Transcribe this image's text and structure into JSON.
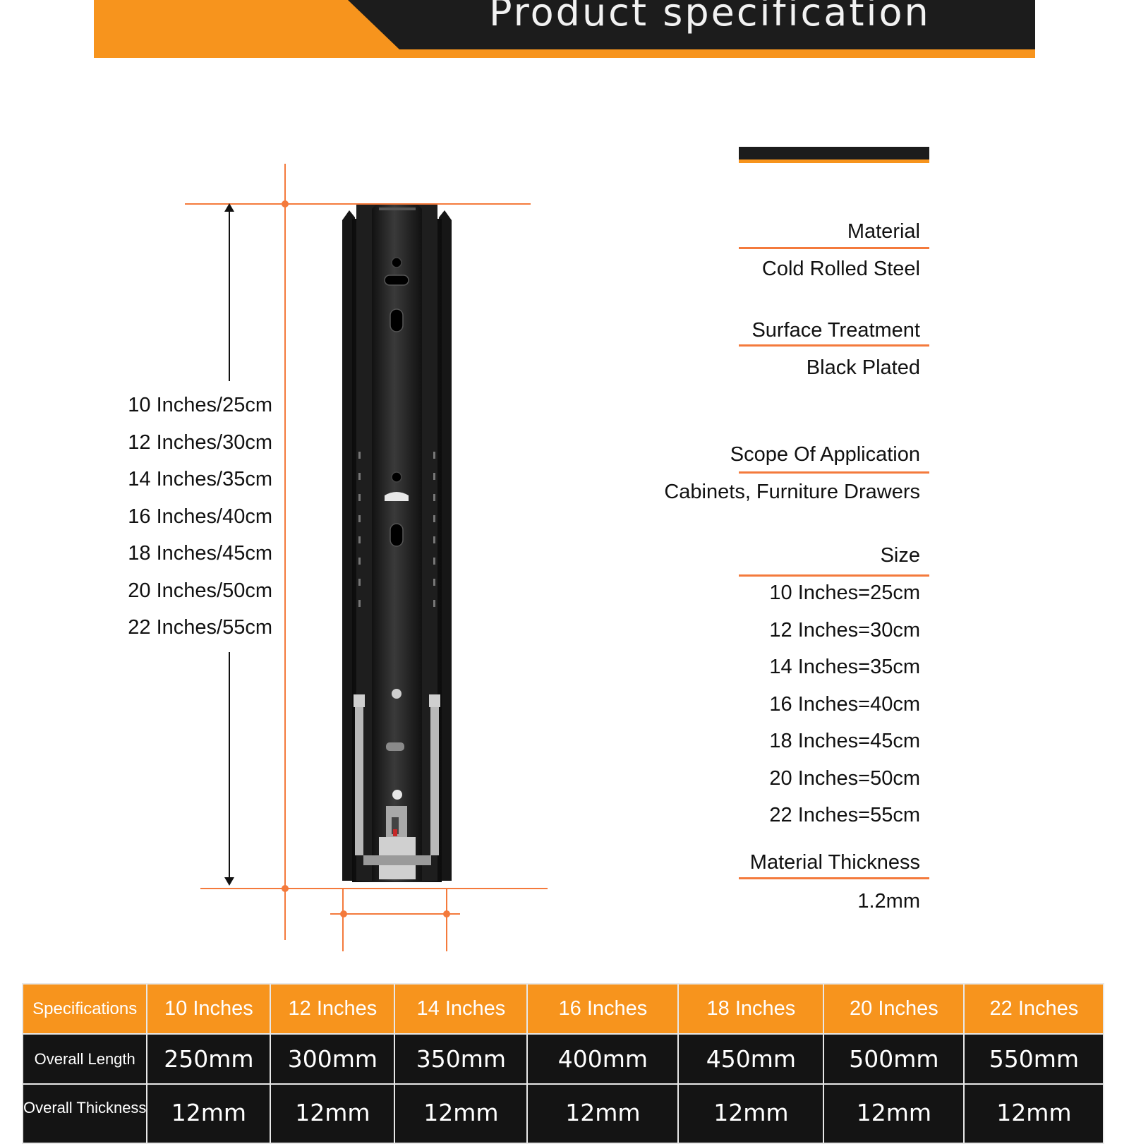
{
  "header": {
    "title": "Product specification"
  },
  "dimension_sizes": [
    "10 Inches/25cm",
    "12 Inches/30cm",
    "14 Inches/35cm",
    "16 Inches/40cm",
    "18 Inches/45cm",
    "20 Inches/50cm",
    "22 Inches/55cm"
  ],
  "specs": {
    "material_label": "Material",
    "material_value": "Cold Rolled Steel",
    "surface_label": "Surface Treatment",
    "surface_value": "Black Plated",
    "scope_label": "Scope Of Application",
    "scope_value": "Cabinets, Furniture Drawers",
    "size_label": "Size",
    "size_values": [
      "10 Inches=25cm",
      "12 Inches=30cm",
      "14 Inches=35cm",
      "16 Inches=40cm",
      "18 Inches=45cm",
      "20 Inches=50cm",
      "22 Inches=55cm"
    ],
    "thickness_label": "Material Thickness",
    "thickness_value": "1.2mm"
  },
  "table": {
    "header": [
      "Specifications",
      "10 Inches",
      "12 Inches",
      "14 Inches",
      "16 Inches",
      "18 Inches",
      "20 Inches",
      "22 Inches"
    ],
    "rows": [
      [
        "Overall Length",
        "250mm",
        "300mm",
        "350mm",
        "400mm",
        "450mm",
        "500mm",
        "550mm"
      ],
      [
        "Overall Thickness",
        "12mm",
        "12mm",
        "12mm",
        "12mm",
        "12mm",
        "12mm",
        "12mm"
      ]
    ]
  },
  "colors": {
    "accent_orange": "#f7941d",
    "dimension_line": "#f47a3c",
    "dark": "#1c1c1c"
  }
}
